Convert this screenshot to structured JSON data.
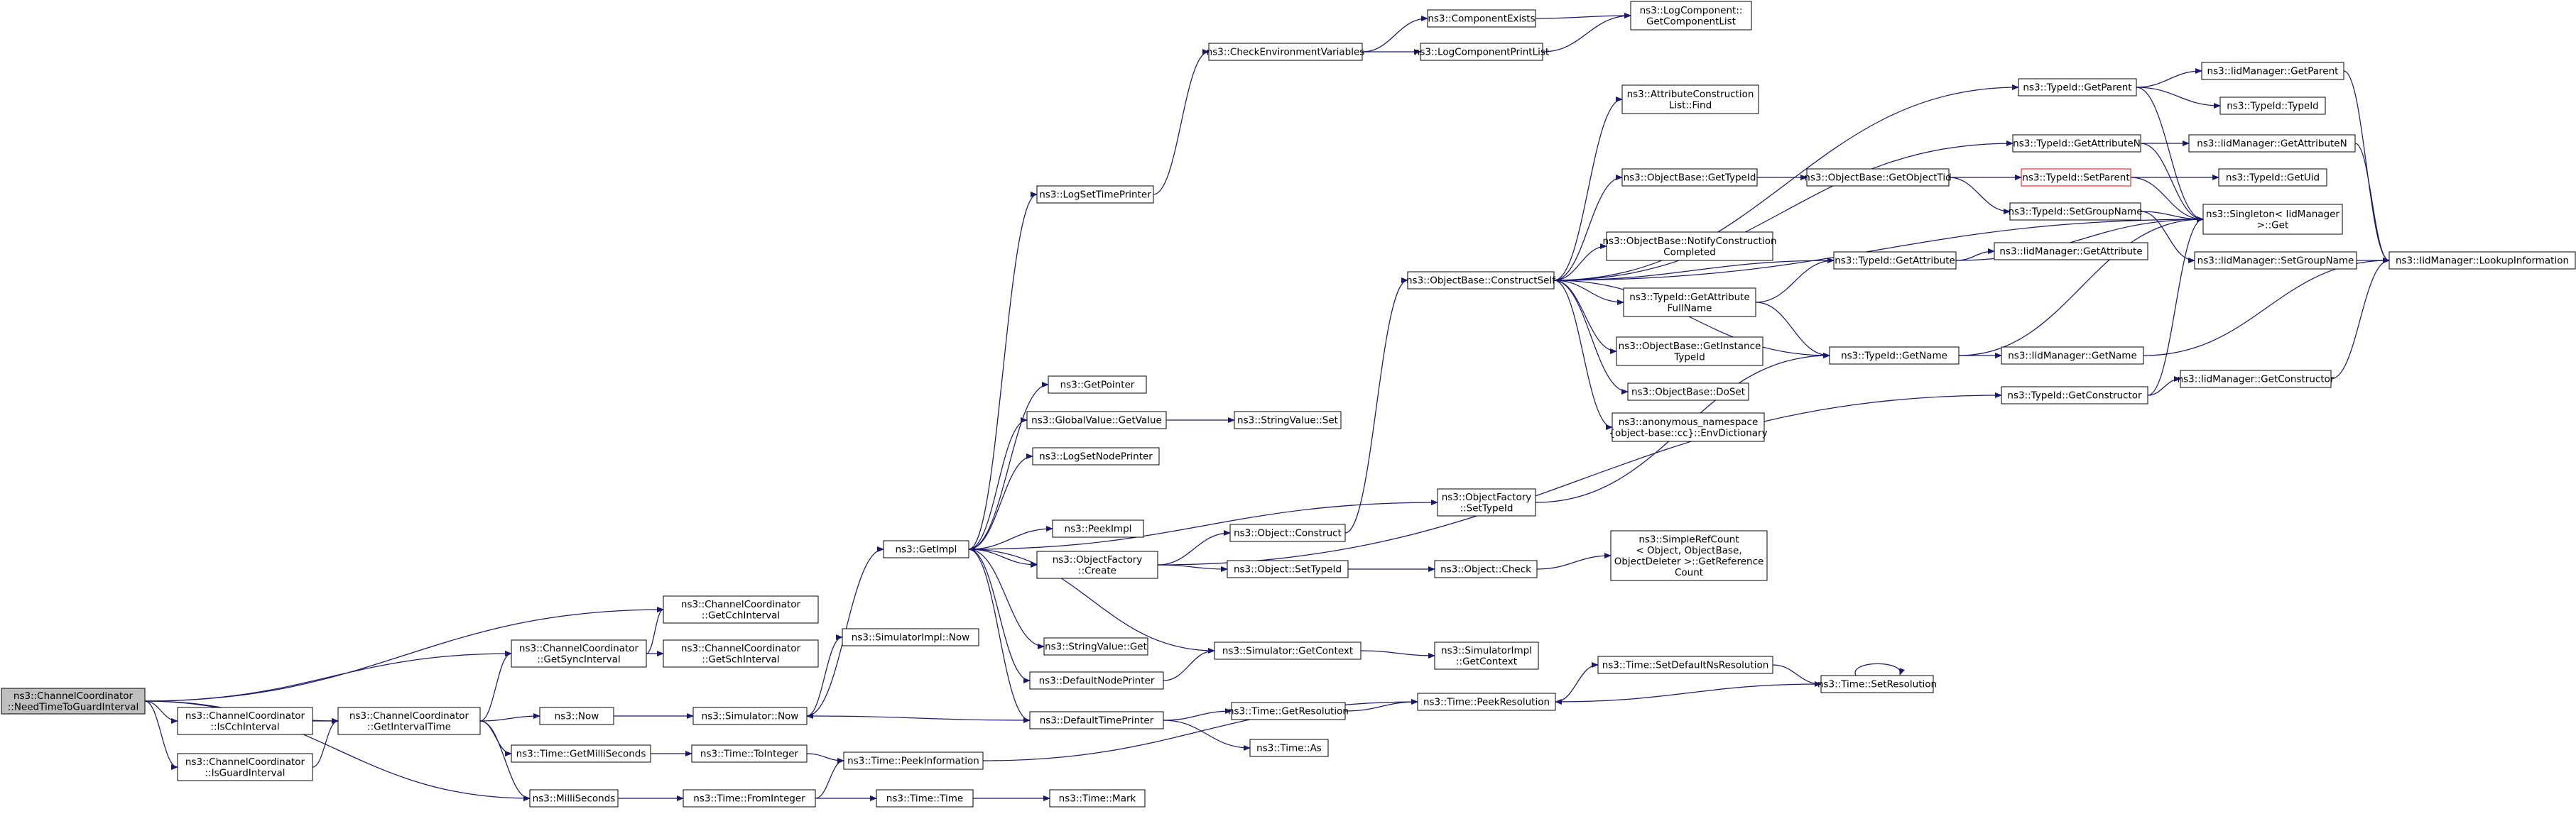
{
  "colors": {
    "edge": "#191970",
    "root_fill": "#bfbfbf",
    "highlight": "#ff0000"
  },
  "nodes": [
    {
      "id": "root",
      "label": [
        "ns3::ChannelCoordinator",
        "::NeedTimeToGuardInterval"
      ],
      "root": true
    },
    {
      "id": "getCch",
      "label": [
        "ns3::ChannelCoordinator",
        "::GetCchInterval"
      ]
    },
    {
      "id": "getSync",
      "label": [
        "ns3::ChannelCoordinator",
        "::GetSyncInterval"
      ]
    },
    {
      "id": "getSch",
      "label": [
        "ns3::ChannelCoordinator",
        "::GetSchInterval"
      ]
    },
    {
      "id": "isCch",
      "label": [
        "ns3::ChannelCoordinator",
        "::IsCchInterval"
      ]
    },
    {
      "id": "getIntervalTime",
      "label": [
        "ns3::ChannelCoordinator",
        "::GetIntervalTime"
      ]
    },
    {
      "id": "isGuard",
      "label": [
        "ns3::ChannelCoordinator",
        "::IsGuardInterval"
      ]
    },
    {
      "id": "now",
      "label": [
        "ns3::Now"
      ]
    },
    {
      "id": "getMilli",
      "label": [
        "ns3::Time::GetMilliSeconds"
      ]
    },
    {
      "id": "milliSeconds",
      "label": [
        "ns3::MilliSeconds"
      ]
    },
    {
      "id": "simNow",
      "label": [
        "ns3::Simulator::Now"
      ]
    },
    {
      "id": "simImplNow",
      "label": [
        "ns3::SimulatorImpl::Now"
      ]
    },
    {
      "id": "toInteger",
      "label": [
        "ns3::Time::ToInteger"
      ]
    },
    {
      "id": "fromInteger",
      "label": [
        "ns3::Time::FromInteger"
      ]
    },
    {
      "id": "getImpl",
      "label": [
        "ns3::GetImpl"
      ]
    },
    {
      "id": "peekInfo",
      "label": [
        "ns3::Time::PeekInformation"
      ]
    },
    {
      "id": "timeTime",
      "label": [
        "ns3::Time::Time"
      ]
    },
    {
      "id": "timeMark",
      "label": [
        "ns3::Time::Mark"
      ]
    },
    {
      "id": "logSetTime",
      "label": [
        "ns3::LogSetTimePrinter"
      ]
    },
    {
      "id": "getPointer",
      "label": [
        "ns3::GetPointer"
      ]
    },
    {
      "id": "gvGetValue",
      "label": [
        "ns3::GlobalValue::GetValue"
      ]
    },
    {
      "id": "logSetNode",
      "label": [
        "ns3::LogSetNodePrinter"
      ]
    },
    {
      "id": "peekImpl",
      "label": [
        "ns3::PeekImpl"
      ]
    },
    {
      "id": "ofCreate",
      "label": [
        "ns3::ObjectFactory",
        "::Create"
      ]
    },
    {
      "id": "svGet",
      "label": [
        "ns3::StringValue::Get"
      ]
    },
    {
      "id": "defNodePrinter",
      "label": [
        "ns3::DefaultNodePrinter"
      ]
    },
    {
      "id": "defTimePrinter",
      "label": [
        "ns3::DefaultTimePrinter"
      ]
    },
    {
      "id": "checkEnv",
      "label": [
        "ns3::CheckEnvironmentVariables"
      ]
    },
    {
      "id": "svSet",
      "label": [
        "ns3::StringValue::Set"
      ]
    },
    {
      "id": "objConstruct",
      "label": [
        "ns3::Object::Construct"
      ]
    },
    {
      "id": "objSetTypeId",
      "label": [
        "ns3::Object::SetTypeId"
      ]
    },
    {
      "id": "simGetContext",
      "label": [
        "ns3::Simulator::GetContext"
      ]
    },
    {
      "id": "timeGetRes",
      "label": [
        "ns3::Time::GetResolution"
      ]
    },
    {
      "id": "timeAs",
      "label": [
        "ns3::Time::As"
      ]
    },
    {
      "id": "compExists",
      "label": [
        "ns3::ComponentExists"
      ]
    },
    {
      "id": "logCompPrint",
      "label": [
        "ns3::LogComponentPrintList"
      ]
    },
    {
      "id": "logCompGetList",
      "label": [
        "ns3::LogComponent::",
        "GetComponentList"
      ]
    },
    {
      "id": "obConstructSelf",
      "label": [
        "ns3::ObjectBase::ConstructSelf"
      ]
    },
    {
      "id": "ofSetTypeId",
      "label": [
        "ns3::ObjectFactory",
        "::SetTypeId"
      ]
    },
    {
      "id": "objCheck",
      "label": [
        "ns3::Object::Check"
      ]
    },
    {
      "id": "simImplGetContext",
      "label": [
        "ns3::SimulatorImpl",
        "::GetContext"
      ]
    },
    {
      "id": "peekRes",
      "label": [
        "ns3::Time::PeekResolution"
      ]
    },
    {
      "id": "attrListFind",
      "label": [
        "ns3::AttributeConstruction",
        "List::Find"
      ]
    },
    {
      "id": "obGetTypeId",
      "label": [
        "ns3::ObjectBase::GetTypeId"
      ]
    },
    {
      "id": "obNotify",
      "label": [
        "ns3::ObjectBase::NotifyConstruction",
        "Completed"
      ]
    },
    {
      "id": "tidGetAttrFull",
      "label": [
        "ns3::TypeId::GetAttribute",
        "FullName"
      ]
    },
    {
      "id": "obGetInstance",
      "label": [
        "ns3::ObjectBase::GetInstance",
        "TypeId"
      ]
    },
    {
      "id": "obDoSet",
      "label": [
        "ns3::ObjectBase::DoSet"
      ]
    },
    {
      "id": "envDict",
      "label": [
        "ns3::anonymous_namespace",
        "{object-base::cc}::EnvDictionary"
      ]
    },
    {
      "id": "simpleRef",
      "label": [
        "ns3::SimpleRefCount",
        "< Object, ObjectBase,",
        "ObjectDeleter >::GetReference",
        "Count"
      ]
    },
    {
      "id": "setDefNs",
      "label": [
        "ns3::Time::SetDefaultNsResolution"
      ]
    },
    {
      "id": "obGetObjectTid",
      "label": [
        "ns3::ObjectBase::GetObjectTid"
      ]
    },
    {
      "id": "tidGetAttr",
      "label": [
        "ns3::TypeId::GetAttribute"
      ]
    },
    {
      "id": "tidGetName",
      "label": [
        "ns3::TypeId::GetName"
      ]
    },
    {
      "id": "timeSetRes",
      "label": [
        "ns3::Time::SetResolution"
      ]
    },
    {
      "id": "tidGetParent",
      "label": [
        "ns3::TypeId::GetParent"
      ]
    },
    {
      "id": "tidGetAttrN",
      "label": [
        "ns3::TypeId::GetAttributeN"
      ]
    },
    {
      "id": "tidSetParent",
      "label": [
        "ns3::TypeId::SetParent"
      ],
      "red": true
    },
    {
      "id": "tidSetGroup",
      "label": [
        "ns3::TypeId::SetGroupName"
      ]
    },
    {
      "id": "tidGetCtor",
      "label": [
        "ns3::TypeId::GetConstructor"
      ]
    },
    {
      "id": "iidGetParent",
      "label": [
        "ns3::IidManager::GetParent"
      ]
    },
    {
      "id": "tidTypeId",
      "label": [
        "ns3::TypeId::TypeId"
      ]
    },
    {
      "id": "iidGetAttrN",
      "label": [
        "ns3::IidManager::GetAttributeN"
      ]
    },
    {
      "id": "tidGetUid",
      "label": [
        "ns3::TypeId::GetUid"
      ]
    },
    {
      "id": "singleton",
      "label": [
        "ns3::Singleton< IidManager",
        ">::Get"
      ]
    },
    {
      "id": "iidGetAttr",
      "label": [
        "ns3::IidManager::GetAttribute"
      ]
    },
    {
      "id": "iidSetGroup",
      "label": [
        "ns3::IidManager::SetGroupName"
      ]
    },
    {
      "id": "iidGetName",
      "label": [
        "ns3::IidManager::GetName"
      ]
    },
    {
      "id": "iidGetCtor",
      "label": [
        "ns3::IidManager::GetConstructor"
      ]
    },
    {
      "id": "iidLookup",
      "label": [
        "ns3::IidManager::LookupInformation"
      ]
    }
  ],
  "edges": [
    [
      "root",
      "getCch"
    ],
    [
      "root",
      "getSync"
    ],
    [
      "root",
      "isCch"
    ],
    [
      "root",
      "getIntervalTime"
    ],
    [
      "root",
      "isGuard"
    ],
    [
      "root",
      "milliSeconds"
    ],
    [
      "getSync",
      "getCch"
    ],
    [
      "getSync",
      "getSch"
    ],
    [
      "isCch",
      "getIntervalTime"
    ],
    [
      "isGuard",
      "getIntervalTime"
    ],
    [
      "getIntervalTime",
      "getSync"
    ],
    [
      "getIntervalTime",
      "now"
    ],
    [
      "getIntervalTime",
      "getMilli"
    ],
    [
      "getIntervalTime",
      "milliSeconds"
    ],
    [
      "now",
      "simNow"
    ],
    [
      "getMilli",
      "toInteger"
    ],
    [
      "milliSeconds",
      "fromInteger"
    ],
    [
      "simNow",
      "getImpl"
    ],
    [
      "simNow",
      "simImplNow"
    ],
    [
      "toInteger",
      "peekInfo"
    ],
    [
      "fromInteger",
      "peekInfo"
    ],
    [
      "fromInteger",
      "timeTime"
    ],
    [
      "timeTime",
      "timeMark"
    ],
    [
      "getImpl",
      "logSetTime"
    ],
    [
      "getImpl",
      "getPointer"
    ],
    [
      "getImpl",
      "gvGetValue"
    ],
    [
      "getImpl",
      "logSetNode"
    ],
    [
      "getImpl",
      "peekImpl"
    ],
    [
      "getImpl",
      "ofCreate"
    ],
    [
      "getImpl",
      "svGet"
    ],
    [
      "getImpl",
      "defNodePrinter"
    ],
    [
      "getImpl",
      "defTimePrinter"
    ],
    [
      "getImpl",
      "ofSetTypeId"
    ],
    [
      "logSetTime",
      "checkEnv"
    ],
    [
      "gvGetValue",
      "svSet"
    ],
    [
      "ofCreate",
      "objConstruct"
    ],
    [
      "ofCreate",
      "objSetTypeId"
    ],
    [
      "ofCreate",
      "tidGetCtor"
    ],
    [
      "defNodePrinter",
      "simGetContext"
    ],
    [
      "simGetContext",
      "getImpl"
    ],
    [
      "simGetContext",
      "simImplGetContext"
    ],
    [
      "defTimePrinter",
      "simNow"
    ],
    [
      "defTimePrinter",
      "timeGetRes"
    ],
    [
      "defTimePrinter",
      "timeAs"
    ],
    [
      "checkEnv",
      "compExists"
    ],
    [
      "checkEnv",
      "logCompPrint"
    ],
    [
      "compExists",
      "logCompGetList"
    ],
    [
      "logCompPrint",
      "logCompGetList"
    ],
    [
      "objConstruct",
      "obConstructSelf"
    ],
    [
      "objSetTypeId",
      "objCheck"
    ],
    [
      "objCheck",
      "simpleRef"
    ],
    [
      "ofSetTypeId",
      "tidGetName"
    ],
    [
      "timeGetRes",
      "peekRes"
    ],
    [
      "obConstructSelf",
      "tidGetParent"
    ],
    [
      "obConstructSelf",
      "attrListFind"
    ],
    [
      "obConstructSelf",
      "tidGetAttrN"
    ],
    [
      "obConstructSelf",
      "obGetTypeId"
    ],
    [
      "obConstructSelf",
      "singleton"
    ],
    [
      "obConstructSelf",
      "obNotify"
    ],
    [
      "obConstructSelf",
      "tidGetAttr"
    ],
    [
      "obConstructSelf",
      "tidGetAttrFull"
    ],
    [
      "obConstructSelf",
      "obGetInstance"
    ],
    [
      "obConstructSelf",
      "obDoSet"
    ],
    [
      "obConstructSelf",
      "envDict"
    ],
    [
      "obConstructSelf",
      "tidGetName"
    ],
    [
      "obGetTypeId",
      "obGetObjectTid"
    ],
    [
      "obGetObjectTid",
      "tidSetParent"
    ],
    [
      "obGetObjectTid",
      "tidSetGroup"
    ],
    [
      "tidGetAttrFull",
      "tidGetAttr"
    ],
    [
      "tidGetAttrFull",
      "tidGetName"
    ],
    [
      "tidGetAttr",
      "iidGetAttr"
    ],
    [
      "tidGetAttr",
      "singleton"
    ],
    [
      "tidGetName",
      "iidGetName"
    ],
    [
      "tidGetName",
      "singleton"
    ],
    [
      "timeSetRes",
      "peekRes"
    ],
    [
      "timeSetRes",
      "timeSetRes"
    ],
    [
      "setDefNs",
      "timeSetRes"
    ],
    [
      "peekRes",
      "setDefNs"
    ],
    [
      "peekInfo",
      "peekRes"
    ],
    [
      "tidGetParent",
      "iidGetParent"
    ],
    [
      "tidGetParent",
      "tidTypeId"
    ],
    [
      "tidGetParent",
      "singleton"
    ],
    [
      "tidGetAttrN",
      "iidGetAttrN"
    ],
    [
      "tidGetAttrN",
      "singleton"
    ],
    [
      "tidSetParent",
      "tidGetUid"
    ],
    [
      "tidSetParent",
      "singleton"
    ],
    [
      "tidSetGroup",
      "singleton"
    ],
    [
      "tidSetGroup",
      "iidSetGroup"
    ],
    [
      "tidGetCtor",
      "singleton"
    ],
    [
      "tidGetCtor",
      "iidGetCtor"
    ],
    [
      "iidGetParent",
      "iidLookup"
    ],
    [
      "iidGetAttrN",
      "iidLookup"
    ],
    [
      "iidSetGroup",
      "iidLookup"
    ],
    [
      "iidGetName",
      "iidLookup"
    ],
    [
      "iidGetCtor",
      "iidLookup"
    ]
  ]
}
